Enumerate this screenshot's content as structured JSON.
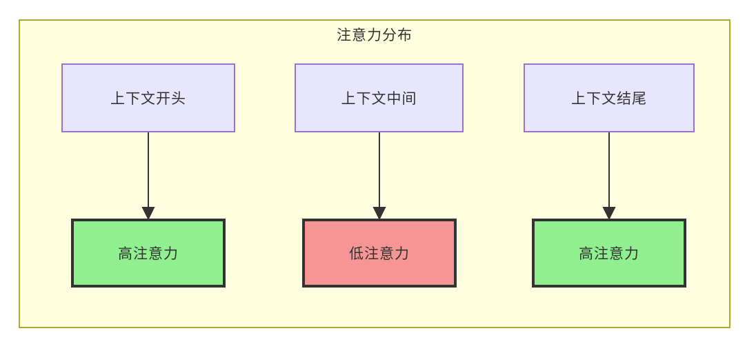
{
  "diagram": {
    "title": "注意力分布",
    "background_color": "#ffffe0",
    "border_color": "#aaaa33",
    "source_nodes": [
      {
        "label": "上下文开头",
        "fill": "#e8e6fc",
        "border": "#9673d3"
      },
      {
        "label": "上下文中间",
        "fill": "#e8e6fc",
        "border": "#9673d3"
      },
      {
        "label": "上下文结尾",
        "fill": "#e8e6fc",
        "border": "#9673d3"
      }
    ],
    "outcome_nodes": [
      {
        "label": "高注意力",
        "fill": "#90f08f",
        "border": "#333333"
      },
      {
        "label": "低注意力",
        "fill": "#f79494",
        "border": "#333333"
      },
      {
        "label": "高注意力",
        "fill": "#90f08f",
        "border": "#333333"
      }
    ],
    "edges": [
      {
        "from": "上下文开头",
        "to": "高注意力",
        "style": "solid-arrow",
        "color": "#333333"
      },
      {
        "from": "上下文中间",
        "to": "低注意力",
        "style": "solid-arrow",
        "color": "#333333"
      },
      {
        "from": "上下文结尾",
        "to": "高注意力",
        "style": "solid-arrow",
        "color": "#333333"
      }
    ]
  }
}
